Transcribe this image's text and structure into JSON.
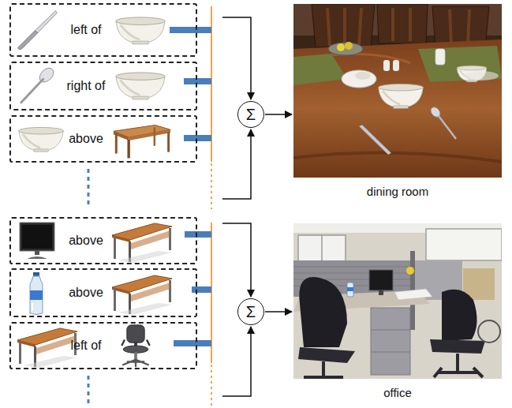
{
  "diagram": {
    "nodes": [
      {
        "text": [
          "left of"
        ]
      },
      {
        "text": [
          "right of"
        ]
      },
      {
        "text": [
          "above"
        ]
      },
      {
        "text": [
          "Σ"
        ]
      },
      {
        "text": [
          "dining room"
        ]
      },
      {
        "text": [
          "above"
        ]
      },
      {
        "text": [
          "above"
        ]
      },
      {
        "text": [
          "left of"
        ]
      },
      {
        "text": [
          "Σ"
        ]
      },
      {
        "text": [
          "office"
        ]
      }
    ],
    "edges": [
      {
        "from": 3,
        "to": 4,
        "arrow": "to"
      },
      {
        "from": 8,
        "to": 9,
        "arrow": "to"
      }
    ]
  }
}
